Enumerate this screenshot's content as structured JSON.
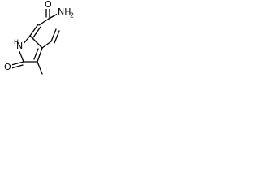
{
  "structure": {
    "atoms": {
      "amide_nitrogen": "NH",
      "amide_nitrogen_count": "2",
      "amide_oxygen": "O",
      "ring_nitrogen": "N",
      "ring_nitrogen_hydrogen": "H",
      "lactam_oxygen": "O"
    },
    "colors": {
      "bond": "#000000",
      "text": "#000000",
      "background": "#ffffff"
    }
  }
}
